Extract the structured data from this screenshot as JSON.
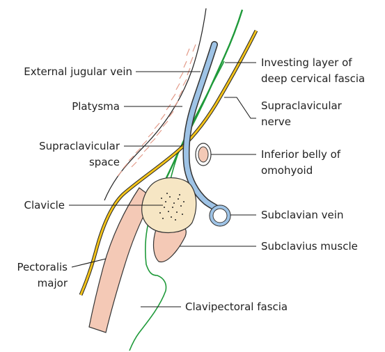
{
  "colors": {
    "fascia_green": "#1f9a3a",
    "nerve_yellow": "#f2c21a",
    "vein_blue": "#9ec3e6",
    "vein_outline": "#333333",
    "muscle_pink": "#f4c9b6",
    "bone_cream": "#f6e6c4",
    "skin_hatch": "#e39a88"
  },
  "labels": {
    "external_jugular_vein": "External jugular vein",
    "platysma": "Platysma",
    "supraclavicular_space_1": "Supraclavicular",
    "supraclavicular_space_2": "space",
    "clavicle": "Clavicle",
    "pectoralis_major_1": "Pectoralis",
    "pectoralis_major_2": "major",
    "investing_layer_1": "Investing layer of",
    "investing_layer_2": "deep cervical fascia",
    "supraclavicular_nerve_1": "Supraclavicular",
    "supraclavicular_nerve_2": "nerve",
    "inferior_belly_1": "Inferior belly of",
    "inferior_belly_2": "omohyoid",
    "subclavian_vein": "Subclavian vein",
    "subclavius_muscle": "Subclavius muscle",
    "clavipectoral_fascia": "Clavipectoral fascia"
  }
}
